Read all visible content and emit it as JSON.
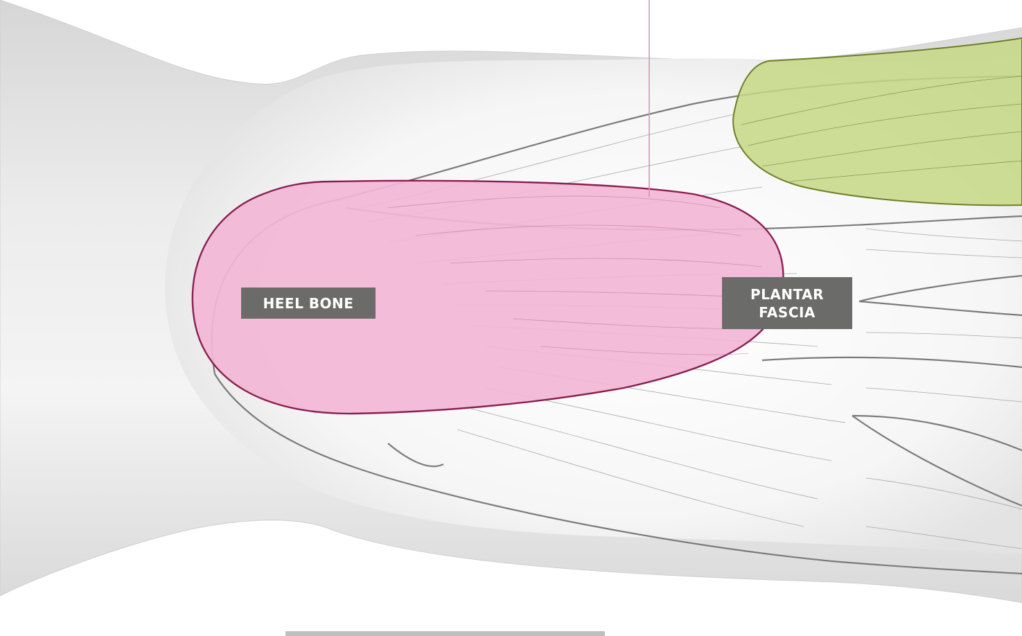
{
  "labels": {
    "heel_bone": "HEEL BONE",
    "plantar_fascia_line1": "PLANTAR",
    "plantar_fascia_line2": "FASCIA"
  },
  "colors": {
    "skin": "#e8e8e8",
    "heel_bone_fill": "#f2b6d6",
    "heel_bone_outline": "#8a1e4f",
    "green_region_fill": "#c7d885",
    "green_region_outline": "#6d7d26",
    "label_background": "#6b6b6a",
    "pointer_line": "#e28fb4",
    "tendon_lines": "#7a7a7a"
  }
}
